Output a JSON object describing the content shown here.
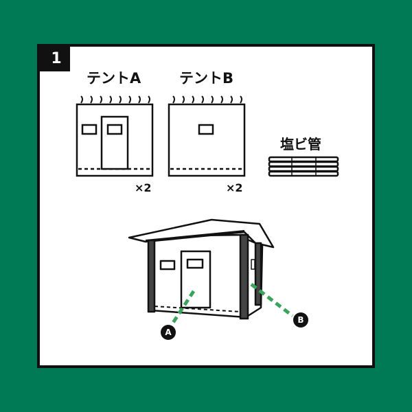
{
  "colors": {
    "background": "#007a55",
    "panel": "#ffffff",
    "ink": "#111111",
    "dash": "#3aa35c"
  },
  "step": {
    "number": "1"
  },
  "items": {
    "tent_a": {
      "label": "テントA",
      "qty": "×2"
    },
    "tent_b": {
      "label": "テントB",
      "qty": "×2"
    },
    "pipe": {
      "label": "塩ビ管"
    }
  },
  "callouts": {
    "a": "A",
    "b": "B"
  },
  "icons": [
    "tent-a-icon",
    "tent-b-icon",
    "pvc-pipe-bundle-icon",
    "assembled-hut-icon"
  ]
}
